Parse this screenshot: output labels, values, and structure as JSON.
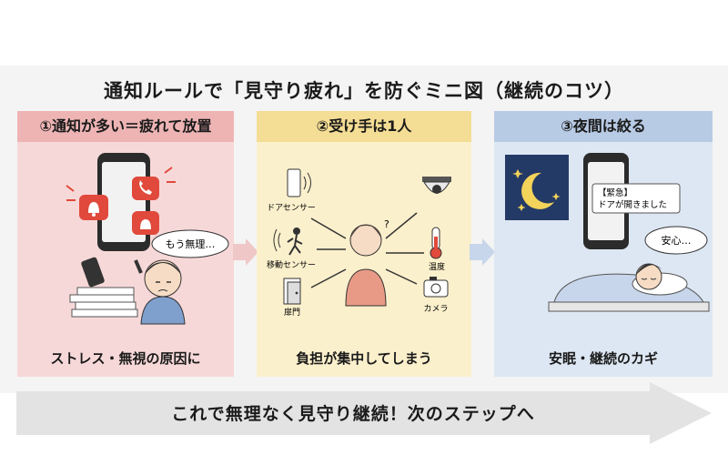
{
  "title": "通知ルールで「見守り疲れ」を防ぐミニ図（継続のコツ）",
  "panels": [
    {
      "header": "①通知が多い＝疲れて放置",
      "footer": "ストレス・無視の原因に",
      "bubble": "もう無理…"
    },
    {
      "header": "②受け手は1人",
      "footer": "負担が集中してしまう",
      "devices": [
        "ドアセンサー",
        "移動センサー",
        "扉門",
        "温度",
        "カメラ"
      ]
    },
    {
      "header": "③夜間は絞る",
      "footer": "安眠・継続のカギ",
      "notice": [
        "【緊急】",
        "ドアが開きました"
      ],
      "bubble": "安心…"
    }
  ],
  "bottom": "これで無理なく見守り継続！次のステップへ",
  "colors": {
    "panel1": "#f7d8d8",
    "panel1_header": "#eeb4b4",
    "panel2": "#fbf0cc",
    "panel2_header": "#f4dd94",
    "panel3": "#dde7f3",
    "panel3_header": "#b8cbe5",
    "alert": "#e0493b",
    "night": "#243a66"
  },
  "icons": [
    "smartphone-icon",
    "bell-icon",
    "phone-icon",
    "door-sensor-icon",
    "motion-sensor-icon",
    "door-icon",
    "camera-dome-icon",
    "thermometer-icon",
    "camera-icon",
    "moon-icon",
    "sleeping-person-icon"
  ]
}
